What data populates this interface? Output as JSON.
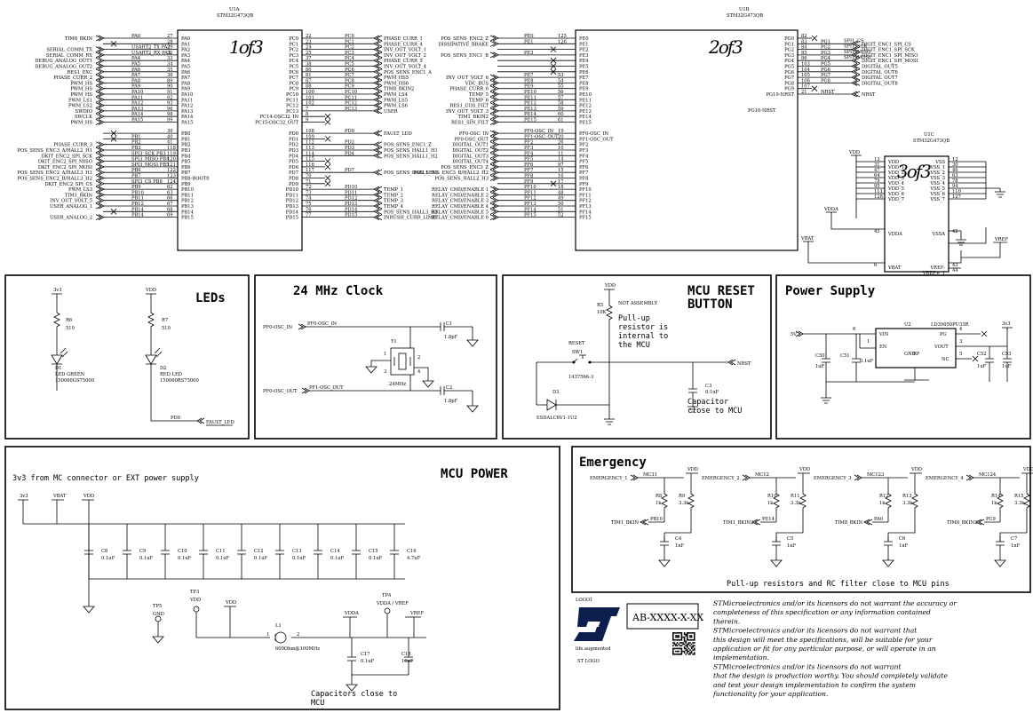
{
  "mcu": {
    "u1a": {
      "ref": "U1A",
      "part": "STM32G473QB",
      "sheet": "1of3",
      "left": [
        [
          "TIM8_BKIN",
          "PA0",
          "27",
          "PA0"
        ],
        [
          "",
          "",
          "28",
          "PA1"
        ],
        [
          "SERIAL_COMM_TX",
          "USART2_TX PA2",
          "29",
          "PA2"
        ],
        [
          "SERIAL_COMM_RX",
          "USART2_RX PA3",
          "32",
          "PA3"
        ],
        [
          "DEBUG_ANALOG_OUT1",
          "PA4",
          "33",
          "PA4"
        ],
        [
          "DEBUG_ANALOG_OUT2",
          "PA5",
          "34",
          "PA5"
        ],
        [
          "RES1_EXC",
          "PA6",
          "35",
          "PA6"
        ],
        [
          "PHASE_CURR_2",
          "PA7",
          "36",
          "PA7"
        ],
        [
          "PWM_HS",
          "PA8",
          "89",
          "PA8"
        ],
        [
          "PWM_HS",
          "PA9",
          "90",
          "PA9"
        ],
        [
          "PWM_HS",
          "PA10",
          "91",
          "PA10"
        ],
        [
          "PWM_LS1",
          "PA11",
          "92",
          "PA11"
        ],
        [
          "PWM_LS2",
          "PA12",
          "93",
          "PA12"
        ],
        [
          "SWDIO",
          "PA13",
          "96",
          "PA13"
        ],
        [
          "SWCLK",
          "PA14",
          "98",
          "PA14"
        ],
        [
          "PWM_HS",
          "PA15",
          "99",
          "PA15"
        ]
      ],
      "leftb": [
        [
          "",
          "",
          "39",
          "PB0"
        ],
        [
          "",
          "PB1",
          "40",
          "PB1"
        ],
        [
          "PHASE_CURR_3",
          "PB2",
          "41",
          "PB2"
        ],
        [
          "POS_SENS_ENC3_A/HALL2_H1",
          "PB3",
          "118",
          "PB3"
        ],
        [
          "DKIT_ENC2_SPI_SCK",
          "SPI3_SCK PB3",
          "119",
          "PB4"
        ],
        [
          "DKIT_ENC2_SPI_MISO",
          "SPI3_MISO PB4",
          "120",
          "PB5"
        ],
        [
          "DKIT_ENC2_SPI_MOSI",
          "SPI3_MOSI PB5",
          "121",
          "PB6"
        ],
        [
          "POS_SENS_ENC2_A/HALL3_H1",
          "PB6",
          "122",
          "PB7"
        ],
        [
          "POS_SENS_ENC2_B/HALL3_H2",
          "PB7",
          "123",
          "PB8-BOOT0"
        ],
        [
          "DKIT_ENC2_SPI_CS",
          "SPI3_CS PB8",
          "124",
          "PB9"
        ],
        [
          "PWM_LS3",
          "PB9",
          "62",
          "PB10"
        ],
        [
          "TIM1_BKIN",
          "PB10",
          "63",
          "PB11"
        ],
        [
          "INV_OUT_VOLT_5",
          "PB11",
          "66",
          "PB12"
        ],
        [
          "USER_ANALOG_1",
          "PB12",
          "67",
          "PB13"
        ],
        [
          "",
          "PB14",
          "68",
          "PB14"
        ],
        [
          "USER_ANALOG_2",
          "PB14",
          "69",
          "PB15"
        ],
        [
          "USER_ANALOG_3",
          "PB15",
          "",
          ""
        ]
      ],
      "right": [
        [
          "PC0",
          "22",
          "PC0",
          "PHASE_CURR_1"
        ],
        [
          "PC1",
          "23",
          "PC1",
          "PHASE_CURR_4"
        ],
        [
          "PC2",
          "24",
          "PC2",
          "INV_OUT_VOLT_1"
        ],
        [
          "PC3",
          "25",
          "PC3",
          "INV_OUT_VOLT_2"
        ],
        [
          "PC4",
          "37",
          "PC4",
          "PHASE_CURR_5"
        ],
        [
          "PC5",
          "38",
          "PC5",
          "INV_OUT_VOLT_4"
        ],
        [
          "PC6",
          "80",
          "PC6",
          "POS_SENS_ENC1_A"
        ],
        [
          "PC7",
          "81",
          "PC7",
          "PWM_HS5"
        ],
        [
          "PC8",
          "87",
          "PC8",
          "PWM_HS6"
        ],
        [
          "PC9",
          "88",
          "PC9",
          "TIM8_BKIN2"
        ],
        [
          "PC10",
          "100",
          "PC10",
          "PWM_LS4"
        ],
        [
          "PC11",
          "101",
          "PC11",
          "PWM_LS5"
        ],
        [
          "PC12",
          "102",
          "PC12",
          "PWM_LS6"
        ],
        [
          "PC13",
          "7",
          "PC13",
          "USER"
        ],
        [
          "PC14-OSC32_IN",
          "8",
          "",
          ""
        ],
        [
          "PC15-OSC32_OUT",
          "9",
          "",
          ""
        ]
      ],
      "rightd": [
        [
          "PD0",
          "108",
          "PD0",
          "FAULT_LED"
        ],
        [
          "PD1",
          "109",
          "",
          ""
        ],
        [
          "PD2",
          "112",
          "PD2",
          "POS_SENS_ENC1_Z"
        ],
        [
          "PD3",
          "113",
          "PD3",
          "POS_SENS_HALL1_H1"
        ],
        [
          "PD4",
          "114",
          "PD4",
          "POS_SENS_HALL1_H2"
        ],
        [
          "PD5",
          "115",
          "",
          ""
        ],
        [
          "PD6",
          "116",
          "",
          ""
        ],
        [
          "PD7",
          "117",
          "PD7",
          "POS_SENS_HALL1_H3"
        ],
        [
          "PD8",
          "70",
          "",
          ""
        ],
        [
          "PD9",
          "71",
          "",
          ""
        ],
        [
          "PD10",
          "72",
          "PD10",
          "TEMP_1"
        ],
        [
          "PD11",
          "73",
          "PD11",
          "TEMP_2"
        ],
        [
          "PD12",
          "74",
          "PD12",
          "TEMP_3"
        ],
        [
          "PD13",
          "75",
          "PD13",
          "TEMP_4"
        ],
        [
          "PD14",
          "76",
          "PD14",
          "POS_SENS_HALL3_H3"
        ],
        [
          "PD15",
          "77",
          "PD15",
          "INRUSH_CURR_LIMIT"
        ]
      ]
    },
    "u1b": {
      "ref": "U1B",
      "part": "STM32G473QB",
      "sheet": "2of3",
      "left": [
        [
          "POS_SENS_ENC2_Z",
          "PE0",
          "125",
          "PE0"
        ],
        [
          "DISSIPATIVE_BRAKE",
          "PE1",
          "126",
          "PE1"
        ],
        [
          "",
          "",
          "",
          "PE2"
        ],
        [
          "POS_SENS_ENC1_B",
          "PE3",
          "",
          "PE3"
        ],
        [
          "",
          "",
          "",
          "PE4"
        ],
        [
          "",
          "",
          "",
          "PE5"
        ],
        [
          "",
          "",
          "",
          "PE6"
        ],
        [
          "INV_OUT_VOLT_6",
          "PE7",
          "53",
          "PE7"
        ],
        [
          "VDC_BUS",
          "PE8",
          "54",
          "PE8"
        ],
        [
          "PHASE_CURR_6",
          "PE9",
          "55",
          "PE9"
        ],
        [
          "TEMP_5",
          "PE10",
          "56",
          "PE10"
        ],
        [
          "TEMP_6",
          "PE11",
          "57",
          "PE11"
        ],
        [
          "RES1_COS_FILT",
          "PE12",
          "58",
          "PE12"
        ],
        [
          "INV_OUT_VOLT_3",
          "PE13",
          "59",
          "PE13"
        ],
        [
          "TIM1_BKIN2",
          "PE14",
          "60",
          "PE14"
        ],
        [
          "RES1_SIN_FILT",
          "PE15",
          "61",
          "PE15"
        ]
      ],
      "leftf": [
        [
          "PF0-OSC_IN",
          "PF0-OSC_IN",
          "19",
          "PF0-OSC_IN"
        ],
        [
          "PF0-OSC_OUT",
          "PF1-OSC_OUT",
          "20",
          "PF1-OSC_OUT"
        ],
        [
          "DIGITAL_OUT1",
          "PF2",
          "26",
          "PF2"
        ],
        [
          "DIGITAL_OUT2",
          "PF3",
          "10",
          "PF3"
        ],
        [
          "DIGITAL_OUT3",
          "PF4",
          "11",
          "PF4"
        ],
        [
          "DIGITAL_OUT4",
          "PF5",
          "14",
          "PF5"
        ],
        [
          "POS_SENS_ENC3_Z",
          "PF6",
          "97",
          "PF6"
        ],
        [
          "POS_SENS_ENC3_B/HALL2_H2",
          "PF7",
          "15",
          "PF7"
        ],
        [
          "POS_SENS_HALL2_H3",
          "PF8",
          "16",
          "PF8"
        ],
        [
          "",
          "PF9",
          "17",
          "PF9"
        ],
        [
          "RELAY_CMD/ENABLE 1",
          "PF10",
          "18",
          "PF10"
        ],
        [
          "RELAY_CMD/ENABLE 2",
          "PF11",
          "48",
          "PF11"
        ],
        [
          "RELAY_CMD/ENABLE 3",
          "PF12",
          "49",
          "PF12"
        ],
        [
          "RELAY_CMD/ENABLE 4",
          "PF13",
          "50",
          "PF13"
        ],
        [
          "RELAY_CMD/ENABLE 5",
          "PF14",
          "51",
          "PF14"
        ],
        [
          "RELAY_CMD/ENABLE 6",
          "PF15",
          "52",
          "PF15"
        ]
      ],
      "right": [
        [
          "PG0",
          "82",
          "",
          ""
        ],
        [
          "PG1",
          "83",
          "PG1",
          "DIGIT_ENC1_SPI_CS"
        ],
        [
          "PG2",
          "84",
          "PG2",
          "DIGIT_ENC1_SPI_SCK"
        ],
        [
          "PG3",
          "85",
          "PG3",
          "DIGIT_ENC1_SPI_MISO"
        ],
        [
          "PG4",
          "86",
          "PG4",
          "DIGIT_ENC1_SPI_MOSI"
        ],
        [
          "PG5",
          "103",
          "PG5",
          "DIGITAL_OUT5"
        ],
        [
          "PG6",
          "104",
          "PG6",
          "DIGITAL_OUT6"
        ],
        [
          "PG7",
          "105",
          "PG7",
          "DIGITAL_OUT7"
        ],
        [
          "PG8",
          "106",
          "PG8",
          "DIGITAL_OUT8"
        ],
        [
          "PG9",
          "107",
          "",
          ""
        ],
        [
          "PG10-NRST",
          "21",
          "NRST",
          "NRST"
        ]
      ],
      "spi": [
        "SPI1_CS",
        "SPI1_SCK",
        "SPI1_MISO",
        "SPI1_MOSI"
      ]
    },
    "u1c": {
      "ref": "U1C",
      "part": "STM32G473QB",
      "sheet": "3of3",
      "pins": [
        [
          "13",
          "VDD",
          "VSS",
          "12"
        ],
        [
          "31",
          "VDD_1",
          "VSS_1",
          "30"
        ],
        [
          "47",
          "VDD_2",
          "VSS_2",
          "46"
        ],
        [
          "64",
          "VDD_3",
          "VSS_3",
          "63"
        ],
        [
          "79",
          "VDD_4",
          "VSS_4",
          "78"
        ],
        [
          "95",
          "VDD_5",
          "VSS_5",
          "94"
        ],
        [
          "111",
          "VDD_6",
          "VSS_6",
          "110"
        ],
        [
          "128",
          "VDD_7",
          "VSS_7",
          "127"
        ]
      ],
      "vdda": [
        "45",
        "VDDA",
        "VSSA",
        "42"
      ],
      "vbat": [
        "6",
        "VBAT",
        "VREF-",
        "43"
      ],
      "vref2": "VREF+_1",
      "vref2pin": "44",
      "nets": {
        "vdd": "VDD",
        "vdda": "VDDA",
        "vbat": "VBAT",
        "vref": "VREF"
      }
    }
  },
  "leds": {
    "title": "LEDs",
    "r6": "R6",
    "r6v": "510",
    "r7": "R7",
    "r7v": "510",
    "d1": "D1",
    "d1a": "LED GREEN",
    "d1b": "150060GS75000",
    "d2": "D2",
    "d2a": "RED LED",
    "d2b": "150060RS75000",
    "v1": "3v3",
    "v2": "VDD",
    "pd0": "PD0",
    "fault": "FAULT_LED"
  },
  "clock": {
    "title": "24 MHz Clock",
    "in": "PF0-OSC_IN",
    "in2": "PF0-OSC_IN",
    "out": "PF0-OSC_OUT",
    "out2": "PF1-OSC_OUT",
    "y": "Y1",
    "freq": "24MHz",
    "c1": "C1",
    "c1v": "1.8pF",
    "c2": "C2",
    "c2v": "1.8pF",
    "p1": "1",
    "p2": "2",
    "p3": "3",
    "p4": "4"
  },
  "reset": {
    "title1": "MCU RESET",
    "title2": "BUTTON",
    "vdd": "VDD",
    "r5": "R5",
    "r5v": "10K",
    "na": "NOT ASSEMBLY",
    "note": [
      "Pull-up",
      "resistor is",
      "internal to",
      "the MCU"
    ],
    "reset": "RESET",
    "sw": "SW1",
    "swp": "1437566-3",
    "d3": "D3",
    "d3v": "ESDALC6V1-1U2",
    "c3": "C3",
    "c3v": "0.1uF",
    "nrst": "NRST",
    "cap": [
      "Capacitor",
      "close to MCU"
    ]
  },
  "psu": {
    "title": "Power Supply",
    "u2": "U2",
    "part": "LD39050PU33R",
    "vin": "VIN",
    "en": "EN",
    "pg": "PG",
    "vout": "VOUT",
    "nc": "NC",
    "gnd": "GND",
    "ep": "EP",
    "in": "5V",
    "out": "3v3",
    "c50": "C50",
    "c50v": "1uF",
    "c51": "C51",
    "c51v": "0.1uF",
    "c52": "C52",
    "c52v": "1uF",
    "c53": "C53",
    "c53v": "1uF",
    "pins": [
      "6",
      "1",
      "2",
      "4",
      "5",
      "3",
      "7"
    ]
  },
  "mcupower": {
    "title": "MCU POWER",
    "subtitle": "3v3 from MC connector or EXT power supply",
    "rails": [
      "3v3",
      "VBAT",
      "VDD"
    ],
    "caps": [
      [
        "C8",
        "0.1uF"
      ],
      [
        "C9",
        "0.1uF"
      ],
      [
        "C10",
        "0.1uF"
      ],
      [
        "C11",
        "0.1uF"
      ],
      [
        "C12",
        "0.1uF"
      ],
      [
        "C13",
        "0.1uF"
      ],
      [
        "C14",
        "0.1uF"
      ],
      [
        "C15",
        "0.1uF"
      ],
      [
        "C16",
        "4.7uF"
      ]
    ],
    "tp3": "TP3",
    "tp3n": "VDD",
    "tp4": "TP4",
    "tp4n": "VDDA / VREF",
    "tp5": "TP5",
    "tp5n": "GND",
    "vdd": "VDD",
    "vdda": "VDDA",
    "vref": "VREF",
    "l1": "L1",
    "l1v": "600Ohm@100MHz",
    "l1p1": "1",
    "l1p2": "2",
    "c17": "C17",
    "c17v": "0.1uF",
    "c18": "C18",
    "c18v": "10uF",
    "note": [
      "Capacitors close to",
      "MCU"
    ]
  },
  "emergency": {
    "title": "Emergency",
    "note": "Pull-up resistors and RC filter close to MCU pins",
    "ch": [
      {
        "in": "EMERGENCY_1",
        "mc": "MC31",
        "r1": "R8",
        "r2": "R9",
        "c": "C4",
        "tim": "TIM1_BKIN",
        "pin": "PB10"
      },
      {
        "in": "EMERGENCY_2",
        "mc": "MC12",
        "r1": "R10",
        "r2": "R11",
        "c": "C5",
        "tim": "TIM1_BKIN2",
        "pin": "PE14"
      },
      {
        "in": "EMERGENCY_3",
        "mc": "MC123",
        "r1": "R12",
        "r2": "R13",
        "c": "C6",
        "tim": "TIM8_BKIN",
        "pin": "PA0"
      },
      {
        "in": "EMERGENCY_4",
        "mc": "MC124",
        "r1": "R14",
        "r2": "R15",
        "c": "C7",
        "tim": "TIM8_BKIN2",
        "pin": "PC9"
      }
    ],
    "rv1": "1k",
    "rv2": "3.3k",
    "cv": "1nF",
    "vdd": "VDD"
  },
  "logo": {
    "label": "LOGO1",
    "life": "life.augmented",
    "st": "ST LOGO",
    "code": "AB-XXXX-X-XX"
  },
  "disclaimer": [
    "STMicroelectronics and/or its licensors do not warrant the accuracy or",
    "completeness of this specification or any information contained",
    "therein.",
    "STMicroelectronics and/or its licensors do not warrant that",
    "this design will meet the specifications, will be suitable for your",
    "application or fit for any particular purpose, or will operate in an",
    "implementation.",
    "STMicroelectronics and/or its licensors do not warrant",
    "that the design is production worthy. You should completely validate",
    "and test your design implementation to confirm the system",
    "functionality for your application."
  ]
}
